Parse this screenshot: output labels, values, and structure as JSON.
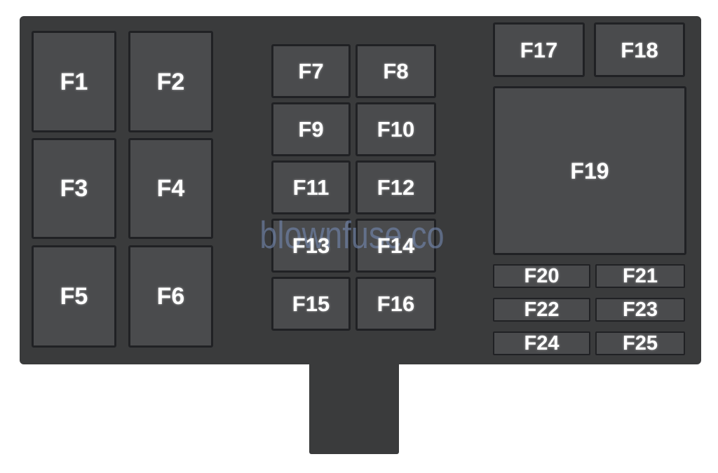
{
  "diagram": {
    "type": "fuse-box-diagram",
    "colors": {
      "page-bg": "#ffffff",
      "panel": "#3a3b3c",
      "box-fill": "#4a4b4d",
      "box-border": "#202124",
      "label": "#ffffff",
      "watermark": "rgba(114,136,176,0.62)"
    }
  },
  "watermark": {
    "text": "blownfuse.co"
  },
  "fuses": {
    "f1": "F1",
    "f2": "F2",
    "f3": "F3",
    "f4": "F4",
    "f5": "F5",
    "f6": "F6",
    "f7": "F7",
    "f8": "F8",
    "f9": "F9",
    "f10": "F10",
    "f11": "F11",
    "f12": "F12",
    "f13": "F13",
    "f14": "F14",
    "f15": "F15",
    "f16": "F16",
    "f17": "F17",
    "f18": "F18",
    "f19": "F19",
    "f20": "F20",
    "f21": "F21",
    "f22": "F22",
    "f23": "F23",
    "f24": "F24",
    "f25": "F25"
  }
}
